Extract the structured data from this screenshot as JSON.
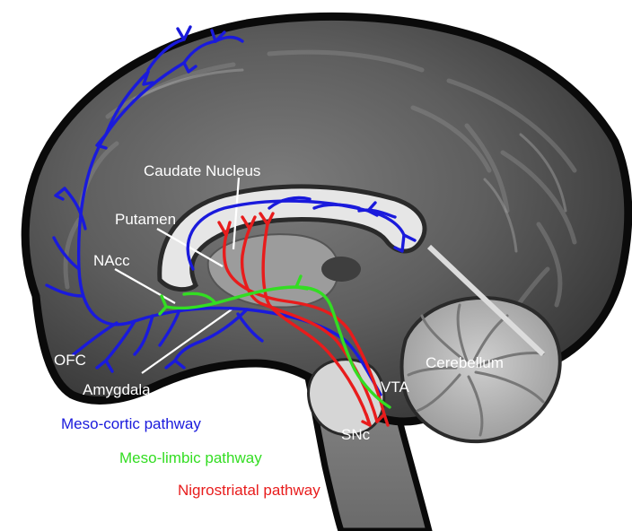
{
  "labels": {
    "caudate_nucleus": "Caudate Nucleus",
    "putamen": "Putamen",
    "nacc": "NAcc",
    "ofc": "OFC",
    "amygdala": "Amygdala",
    "vta": "VTA",
    "snc": "SNc",
    "cerebellum": "Cerebellum"
  },
  "legend": [
    {
      "label": "Meso-cortic pathway",
      "color": "#1a1adc"
    },
    {
      "label": "Meso-limbic pathway",
      "color": "#33dd22"
    },
    {
      "label": "Nigrostriatal pathway",
      "color": "#e81c1c"
    }
  ],
  "colors": {
    "meso_cortic": "#1a1adc",
    "meso_limbic": "#33dd22",
    "nigrostriatal": "#e81c1c",
    "brain_outline": "#0a0a0a",
    "pointer_lines": "#ffffff"
  }
}
